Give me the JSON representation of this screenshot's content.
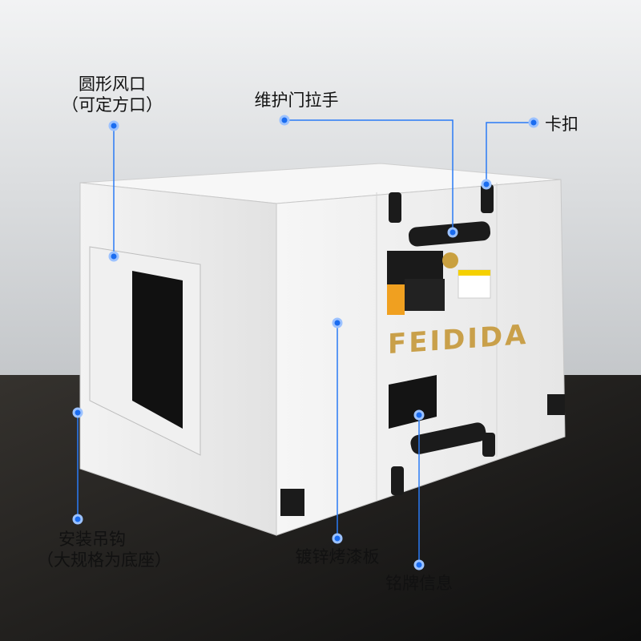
{
  "brand": "FEIDIDA",
  "callouts": {
    "air_outlet": {
      "line1": "圆形风口",
      "line2": "（可定方口）"
    },
    "door_handle": {
      "label": "维护门拉手"
    },
    "clip": {
      "label": "卡扣"
    },
    "hook": {
      "line1": "安装吊钩",
      "line2": "（大规格为底座）"
    },
    "panel": {
      "label": "镀锌烤漆板"
    },
    "nameplate": {
      "label": "铭牌信息"
    }
  },
  "colors": {
    "accent": "#1a6cf0",
    "line": "#2a7bf5",
    "brand_gold": "#c9a04a"
  }
}
